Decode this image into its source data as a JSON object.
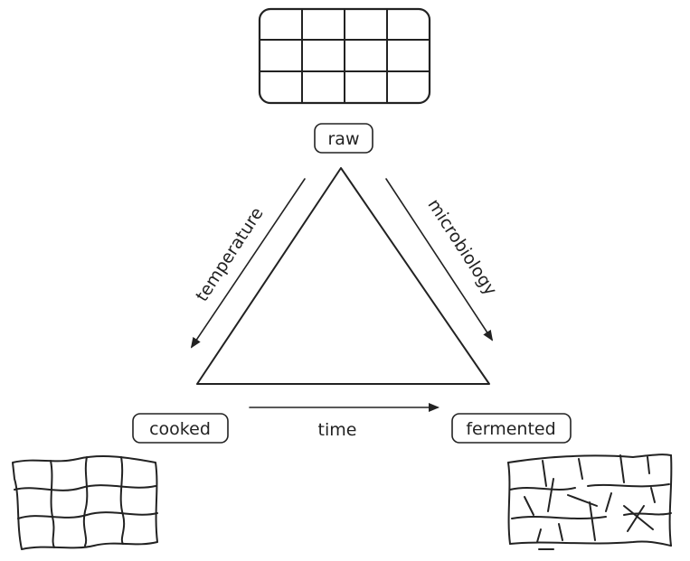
{
  "labels": {
    "raw": "raw",
    "cooked": "cooked",
    "fermented": "fermented",
    "temperature": "temperature",
    "microbiology": "microbiology",
    "time": "time"
  },
  "colors": {
    "stroke": "#222222",
    "background": "#ffffff"
  }
}
